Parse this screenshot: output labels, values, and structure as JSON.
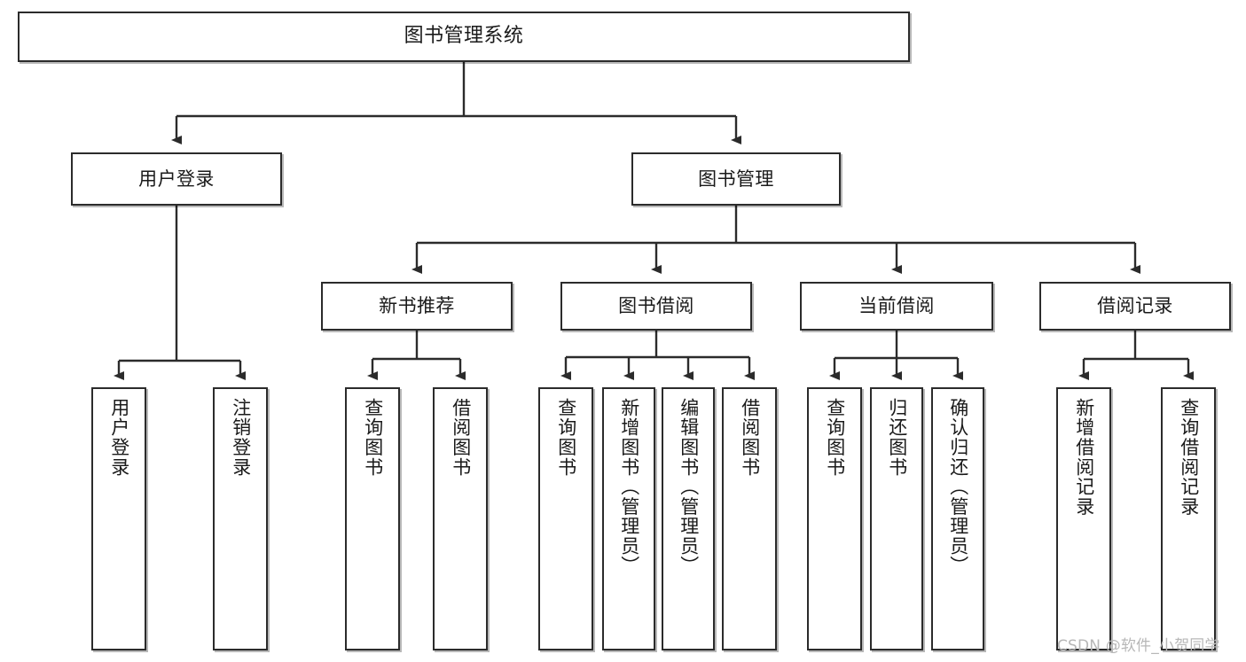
{
  "diagram": {
    "title": "图书管理系统",
    "type": "tree-hierarchy-chart",
    "root": {
      "label": "图书管理系统"
    },
    "level2": [
      {
        "label": "用户登录"
      },
      {
        "label": "图书管理"
      }
    ],
    "level3": [
      {
        "label": "新书推荐"
      },
      {
        "label": "图书借阅"
      },
      {
        "label": "当前借阅"
      },
      {
        "label": "借阅记录"
      }
    ],
    "leaves": {
      "user_login": [
        {
          "label": "用户登录"
        },
        {
          "label": "注销登录"
        }
      ],
      "new_book_recommend": [
        {
          "label": "查询图书"
        },
        {
          "label": "借阅图书"
        }
      ],
      "book_borrow": [
        {
          "label": "查询图书"
        },
        {
          "label": "新增图书（管理员）"
        },
        {
          "label": "编辑图书（管理员）"
        },
        {
          "label": "借阅图书"
        }
      ],
      "current_borrow": [
        {
          "label": "查询图书"
        },
        {
          "label": "归还图书"
        },
        {
          "label": "确认归还（管理员）"
        }
      ],
      "borrow_record": [
        {
          "label": "新增借阅记录"
        },
        {
          "label": "查询借阅记录"
        }
      ]
    }
  },
  "watermark": {
    "text": "CSDN @软件_小贺同学"
  },
  "colors": {
    "box_border": "#2b2b2b",
    "box_fill": "#ffffff",
    "line": "#333333",
    "text": "#1a1a1a",
    "watermark": "#b7b7b7"
  }
}
